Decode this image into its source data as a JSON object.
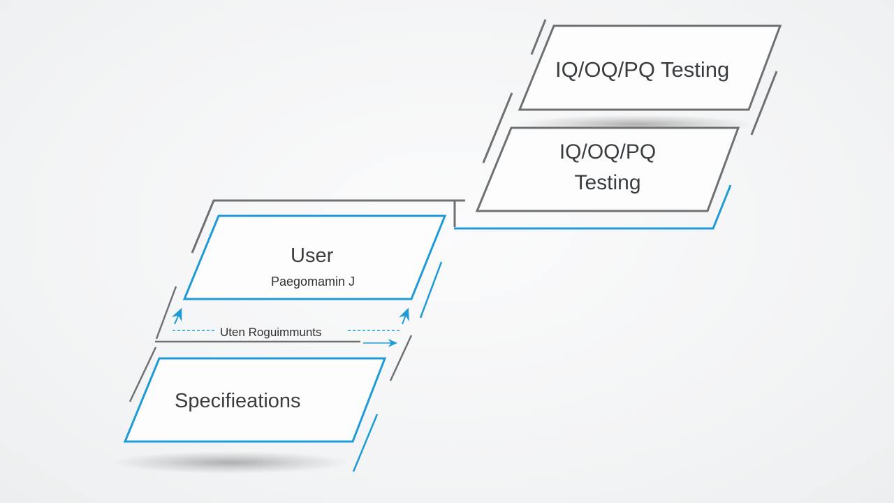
{
  "colors": {
    "accent": "#1e9bd7",
    "frame": "#6e7174",
    "text": "#3a3d40",
    "background": "#f4f5f6"
  },
  "top_right": {
    "upper_label": "IQ/OQ/PQ Testing",
    "lower_label_line1": "IQ/OQ/PQ",
    "lower_label_line2": "Testing"
  },
  "bottom_left": {
    "upper_title": "User",
    "upper_subtitle": "Paegomamin J",
    "middle_label": "Uten Roguimmunts",
    "lower_label": "Specifieations"
  }
}
